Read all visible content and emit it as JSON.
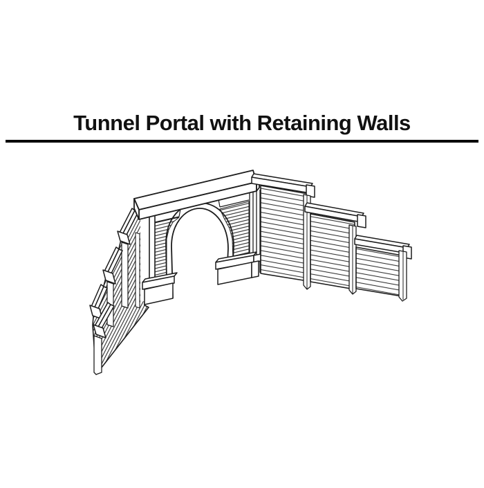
{
  "page": {
    "background": "#ffffff"
  },
  "header": {
    "title": "Tunnel Portal with Retaining Walls",
    "text_color": "#111111",
    "rule_color": "#000000"
  },
  "illustration": {
    "ink_color": "#1c1c1c",
    "description": "Black-and-white isometric line drawing of a single-track timber tunnel portal with an arched opening, flanked by stepped retaining wall sections descending to the left toward the viewer and three stepped retaining wall sections receding to the right.",
    "parts": [
      {
        "name": "tunnel-portal",
        "label": "Tunnel portal with arch"
      },
      {
        "name": "left-retaining-walls",
        "label": "Stepped retaining walls (left, 4 sections)"
      },
      {
        "name": "right-retaining-walls",
        "label": "Stepped retaining walls (right, 3 sections)"
      }
    ]
  }
}
